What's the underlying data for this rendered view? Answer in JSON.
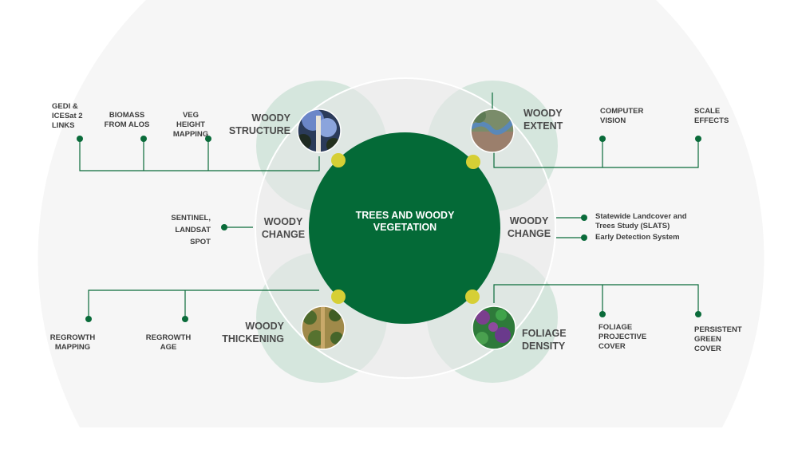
{
  "center": {
    "title": "TREES AND WOODY VEGETATION"
  },
  "themes": {
    "woody_structure": "WOODY STRUCTURE",
    "woody_extent": "WOODY EXTENT",
    "woody_change_left": "WOODY CHANGE",
    "woody_change_right": "WOODY CHANGE",
    "woody_thickening": "WOODY THICKENING",
    "foliage_density": "FOLIAGE DENSITY"
  },
  "topics": {
    "gedi_icesat": "GEDI & ICESat 2 LINKS",
    "biomass_alos": "BIOMASS FROM ALOS",
    "veg_height": "VEG HEIGHT MAPPING",
    "computer_vision": "COMPUTER VISION",
    "scale_effects": "SCALE EFFECTS",
    "sentinel_landsat_spot": "SENTINEL, LANDSAT SPOT",
    "slats": "Statewide Landcover and Trees Study (SLATS)",
    "early_detection": "Early Detection System",
    "regrowth_mapping": "REGROWTH MAPPING",
    "regrowth_age": "REGROWTH AGE",
    "foliage_projective": "FOLIAGE PROJECTIVE COVER",
    "persistent_green": "PERSISTENT GREEN COVER"
  },
  "icons": {
    "structure_photo": "forest-canopy-photo",
    "extent_photo": "satellite-river-photo",
    "thickening_photo": "aerial-trees-photo",
    "density_photo": "satellite-vegetation-photo"
  },
  "colors": {
    "center_green": "#046a37",
    "line_green": "#0a6b3a",
    "node_yellow": "#d6cf35",
    "petal_green": "#cfe3d8",
    "petal_grey": "#e6e7e7",
    "background": "#f6f6f6"
  }
}
